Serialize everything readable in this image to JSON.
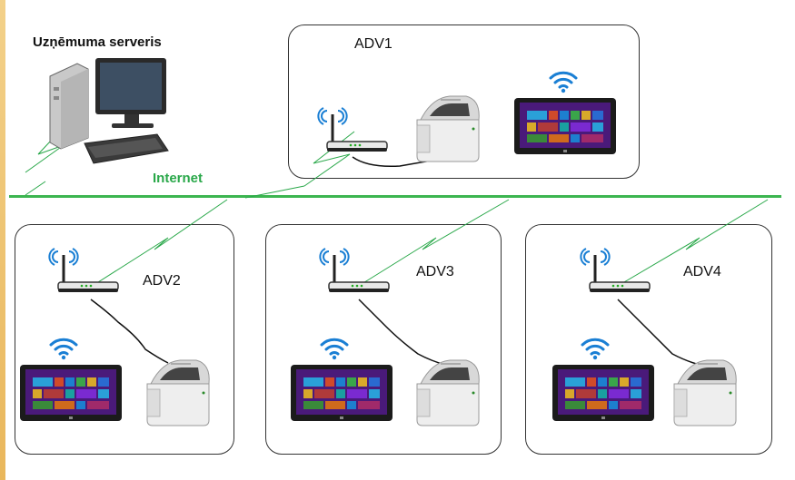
{
  "server": {
    "title": "Uzņēmuma serveris"
  },
  "network": {
    "label": "Internet"
  },
  "sites": [
    {
      "label": "ADV1"
    },
    {
      "label": "ADV2"
    },
    {
      "label": "ADV3"
    },
    {
      "label": "ADV4"
    }
  ]
}
